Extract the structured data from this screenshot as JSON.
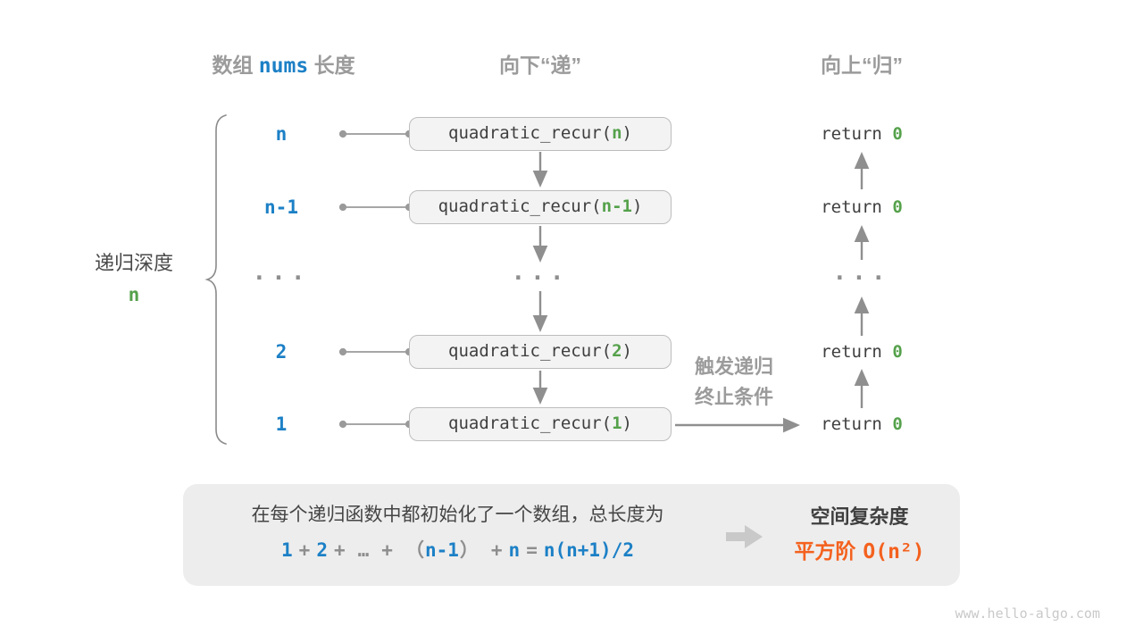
{
  "colors": {
    "blue": "#1c80c6",
    "green": "#55a14b",
    "orange": "#f4611e",
    "gray_text": "#9b9b9b",
    "dark_text": "#3f3f3f",
    "arrow_gray": "#8f8f8f",
    "box_fill": "#f3f3f3",
    "summary_fill": "#ededed"
  },
  "headers": {
    "col1_prefix": "数组",
    "col1_var": "nums",
    "col1_suffix": "长度",
    "col2": "向下“递”",
    "col3": "向上“归”"
  },
  "left_label": {
    "line1": "递归深度",
    "line2": "n"
  },
  "rows": [
    {
      "depth": "n",
      "call_prefix": "quadratic_recur(",
      "arg": "n",
      "call_suffix": ")",
      "return_keyword": "return",
      "return_value": "0"
    },
    {
      "depth": "n-1",
      "call_prefix": "quadratic_recur(",
      "arg": "n-1",
      "call_suffix": ")",
      "return_keyword": "return",
      "return_value": "0"
    },
    {
      "ellipsis": "..."
    },
    {
      "depth": "2",
      "call_prefix": "quadratic_recur(",
      "arg": "2",
      "call_suffix": ")",
      "return_keyword": "return",
      "return_value": "0"
    },
    {
      "depth": "1",
      "call_prefix": "quadratic_recur(",
      "arg": "1",
      "call_suffix": ")",
      "return_keyword": "return",
      "return_value": "0"
    }
  ],
  "base_case_label": {
    "line1": "触发递归",
    "line2": "终止条件"
  },
  "summary": {
    "line1": "在每个递归函数中都初始化了一个数组，总长度为",
    "formula": {
      "p0": "1",
      "p1": "+",
      "p2": "2",
      "p3": "+",
      "p4": "…",
      "p5": "+",
      "p6": "（",
      "p7": "n-1",
      "p8": "）",
      "p9": "+",
      "p10": "n",
      "p11": "=",
      "p12": "n(n+1)/2"
    },
    "complexity_title": "空间复杂度",
    "order_label": "平方阶",
    "order_notation": "O(n²)"
  },
  "watermark": "www.hello-algo.com"
}
